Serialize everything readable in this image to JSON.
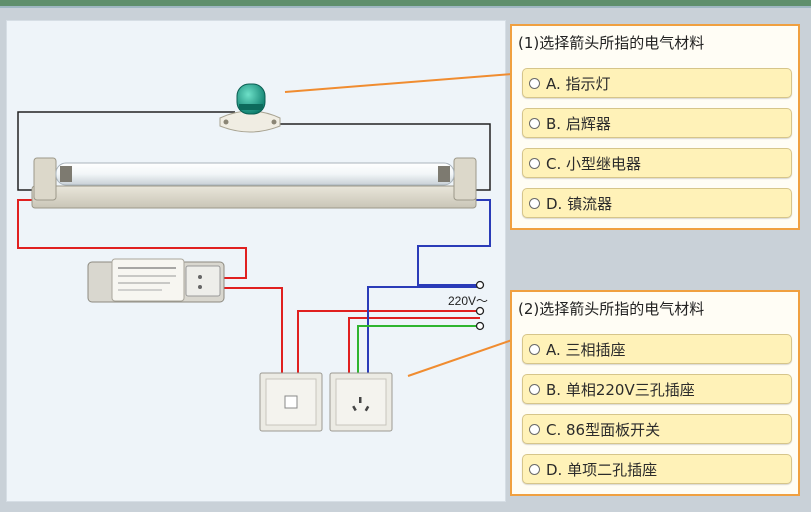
{
  "question1": {
    "prompt": "(1)选择箭头所指的电气材料",
    "options": [
      "A. 指示灯",
      "B. 启辉器",
      "C. 小型继电器",
      "D. 镇流器"
    ]
  },
  "question2": {
    "prompt": "(2)选择箭头所指的电气材料",
    "options": [
      "A. 三相插座",
      "B. 单相220V三孔插座",
      "C. 86型面板开关",
      "D. 单项二孔插座"
    ]
  },
  "diagram": {
    "voltage_label": "220V～"
  },
  "colors": {
    "accent_border": "#f0a040",
    "option_fill": "#fff2b8",
    "arrow": "#f08c30",
    "wire_red": "#e02020",
    "wire_blue": "#2a3bb8",
    "wire_green": "#2fb52f",
    "wire_black": "#222222"
  },
  "icons": [
    "starter-icon",
    "fluorescent-tube-icon",
    "ballast-icon",
    "switch-icon",
    "socket-icon",
    "radio-icon"
  ]
}
